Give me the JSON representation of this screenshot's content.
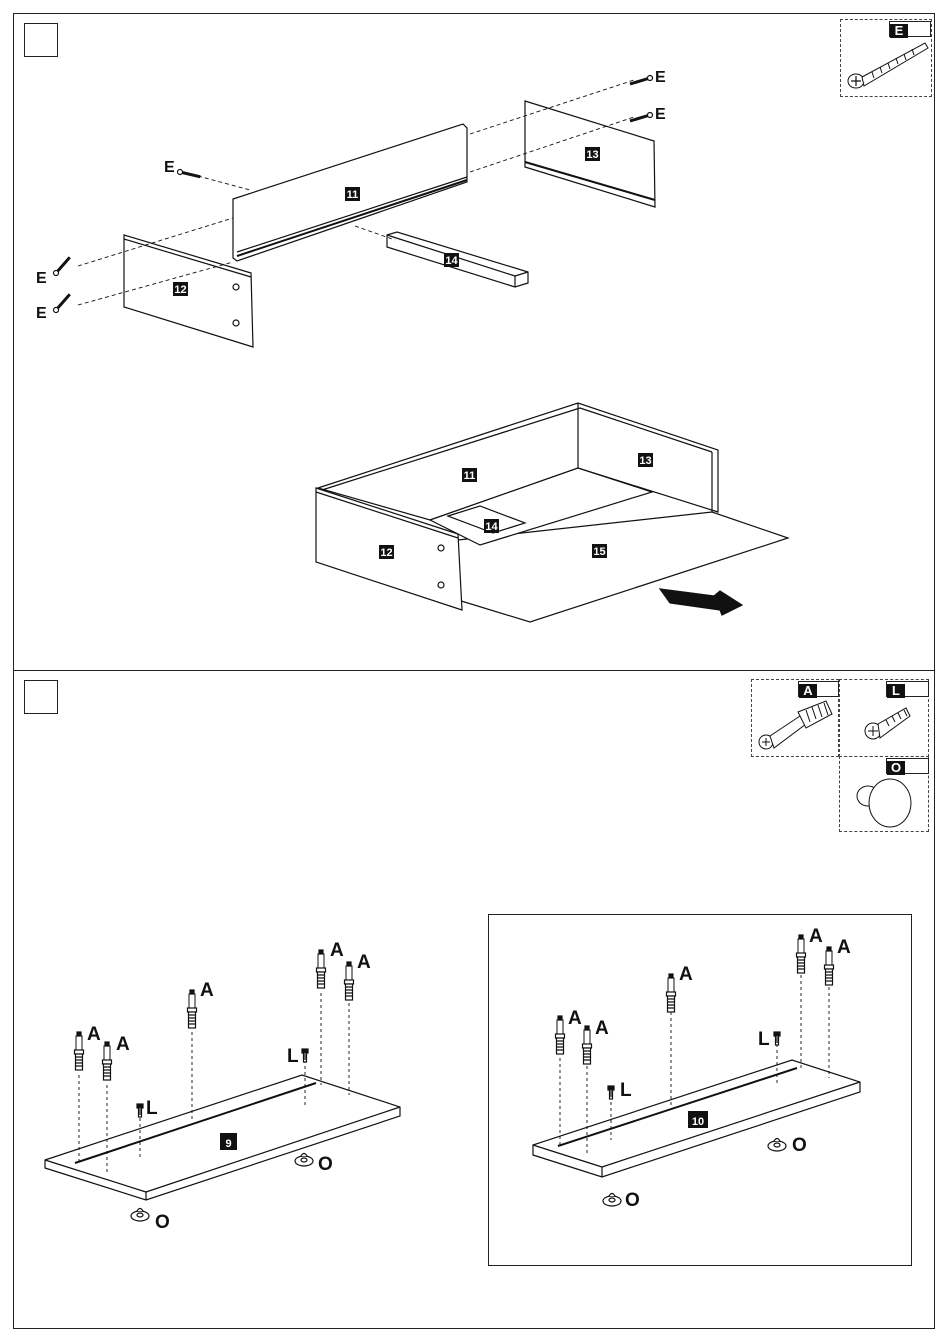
{
  "steps": [
    {
      "parts": [
        "11",
        "12",
        "13",
        "14",
        "15"
      ],
      "hardware": [
        {
          "code": "E"
        }
      ]
    },
    {
      "parts": [
        "9",
        "10"
      ],
      "hardware": [
        {
          "code": "A"
        },
        {
          "code": "L"
        },
        {
          "code": "O"
        }
      ]
    }
  ],
  "part_labels": {
    "p11": "11",
    "p12": "12",
    "p13": "13",
    "p14": "14",
    "p15": "15",
    "p9": "9",
    "p10": "10"
  },
  "hardware_labels": {
    "E": "E",
    "A": "A",
    "L": "L",
    "O": "O"
  },
  "icons": {
    "assembly_arrow": "push-arrow-icon",
    "screw": "screw-icon",
    "cam_bolt": "cam-dowel-icon",
    "bolt": "bolt-icon",
    "knob": "knob-icon"
  }
}
